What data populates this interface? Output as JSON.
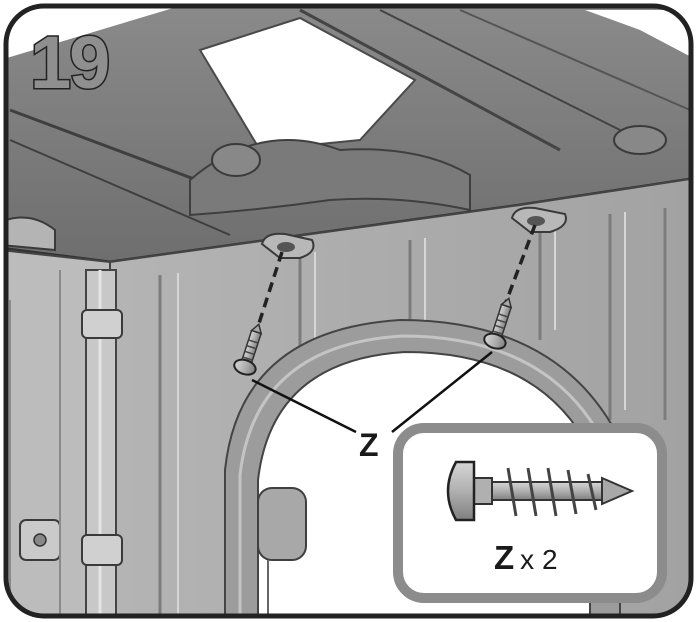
{
  "step": {
    "number": "19"
  },
  "callout": {
    "part_label": "Z"
  },
  "inset": {
    "part_letter": "Z",
    "quantity_text": "x 2"
  },
  "colors": {
    "frame_border": "#222222",
    "part_light": "#c8c8c8",
    "part_mid": "#9a9a9a",
    "part_dark": "#5a5a5a",
    "inset_background": "#ffffff"
  },
  "icons": [
    "screw-icon",
    "dashed-guide-line"
  ]
}
